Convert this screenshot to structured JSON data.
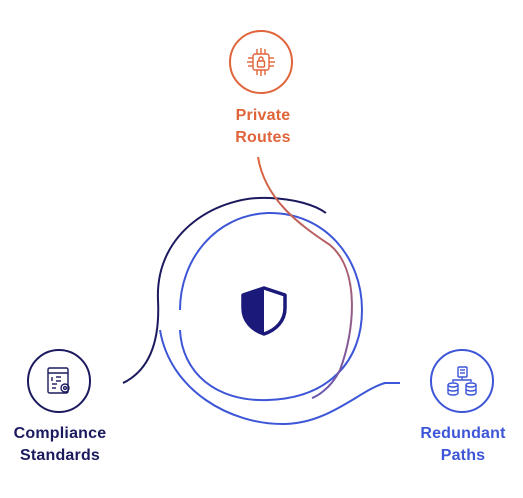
{
  "nodes": {
    "private_routes": {
      "line1": "Private",
      "line2": "Routes",
      "icon": "network-lock-icon",
      "color": "#e0643a"
    },
    "compliance_standards": {
      "line1": "Compliance",
      "line2": "Standards",
      "icon": "document-gear-icon",
      "color": "#1b1a5e"
    },
    "redundant_paths": {
      "line1": "Redundant",
      "line2": "Paths",
      "icon": "database-sync-icon",
      "color": "#3d56d8"
    }
  },
  "center": {
    "icon": "shield-icon",
    "color": "#1b1a7a"
  },
  "colors": {
    "navy": "#1b1a5e",
    "blue": "#3d56d8",
    "orange": "#e0643a",
    "purple": "#8a5a8a"
  }
}
